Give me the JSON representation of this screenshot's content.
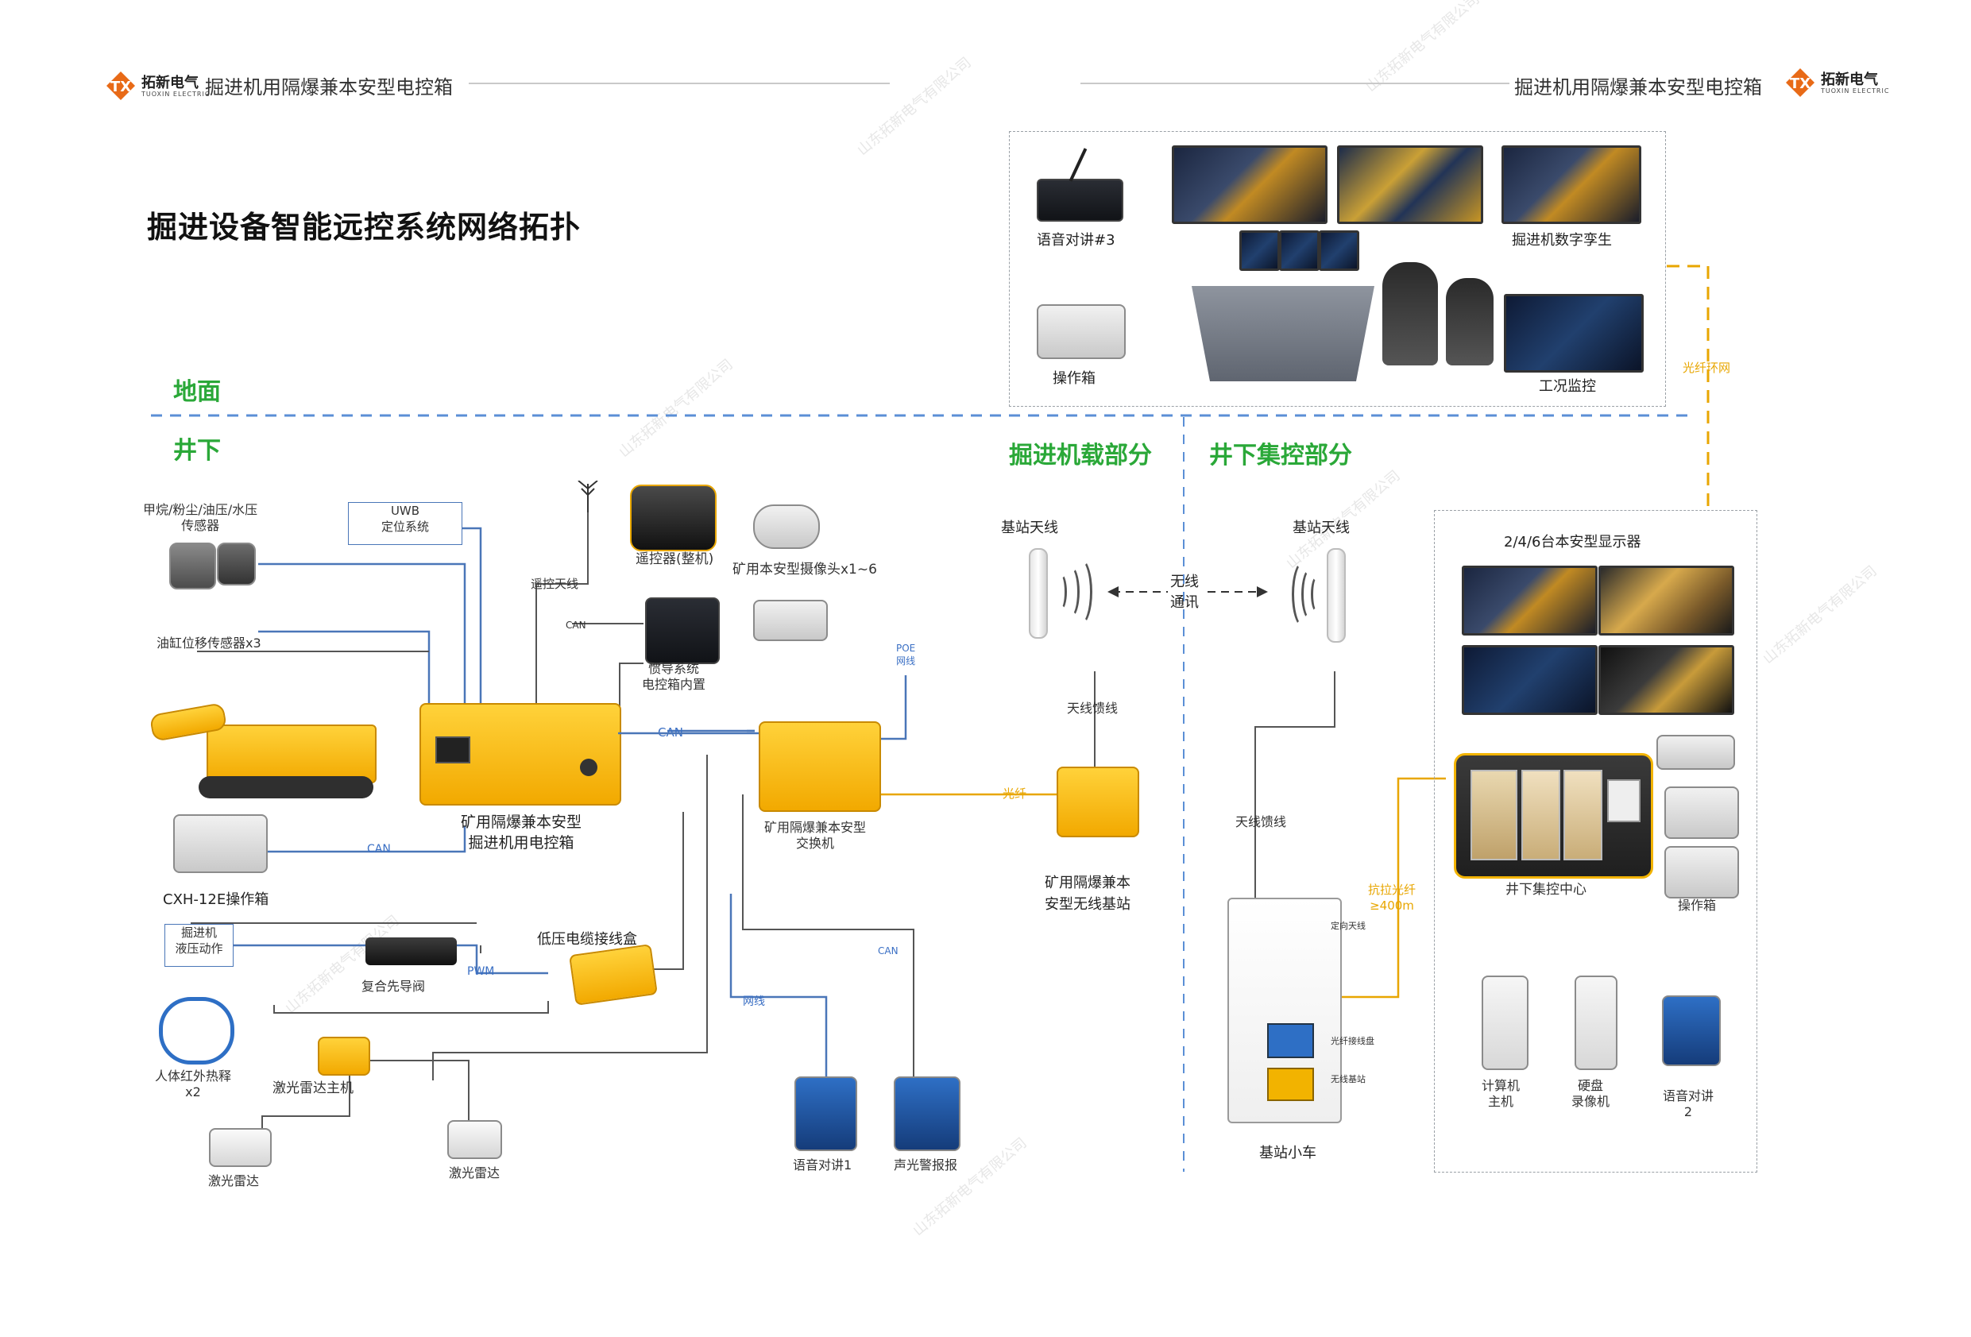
{
  "header": {
    "brand": "拓新电气",
    "brand_en": "TUOXIN ELECTRIC",
    "title": "掘进机用隔爆兼本安型电控箱"
  },
  "page_title": "掘进设备智能远控系统网络拓扑",
  "zones": {
    "ground": "地面",
    "underground": "井下",
    "machine_part": "掘进机载部分",
    "central_part": "井下集控部分"
  },
  "ground_room": {
    "intercom3": "语音对讲#3",
    "op_box": "操作箱",
    "twin": "掘进机数字孪生",
    "monitor": "工况监控"
  },
  "fiber_ring": "光纤环网",
  "machine": {
    "sensors": "甲烷/粉尘/油压/水压\n传感器",
    "uwb": "UWB\n定位系统",
    "remote_antenna": "遥控天线",
    "remote_ctrl": "遥控器(整机)",
    "camera": "矿用本安型摄像头x1~6",
    "can1": "CAN",
    "inertial": "惯导系统\n电控箱内置",
    "poe": "POE\n网线",
    "cylinder": "油缸位移传感器x3",
    "controller": "矿用隔爆兼本安型\n掘进机用电控箱",
    "can2": "CAN",
    "can3": "CAN",
    "switch": "矿用隔爆兼本安型\n交换机",
    "fiber": "光纤",
    "op_box": "CXH-12E操作箱",
    "hydraulic": "掘进机\n液压动作",
    "pwm": "PWM",
    "valve": "复合先导阀",
    "junction": "低压电缆接线盒",
    "pir": "人体红外热释\nx2",
    "lidar_host": "激光雷达主机",
    "lidar1": "激光雷达",
    "lidar2": "激光雷达",
    "net": "网线",
    "can4": "CAN",
    "intercom1": "语音对讲1",
    "alarm": "声光警报报"
  },
  "wireless": {
    "antenna_left": "基站天线",
    "antenna_right": "基站天线",
    "comm": "无线\n通讯",
    "feeder_left": "天线馈线",
    "feeder_right": "天线馈线",
    "base_station": "矿用隔爆兼本\n安型无线基站",
    "cart": "基站小车",
    "cart_labels": [
      "定向天线",
      "光纤接线盘",
      "无线基站"
    ]
  },
  "central": {
    "displays": "2/4/6台本安型显示器",
    "center": "井下集控中心",
    "op_box": "操作箱",
    "fiber": "抗拉光纤\n≥400m",
    "pc": "计算机\n主机",
    "nvr": "硬盘\n录像机",
    "intercom2": "语音对讲\n2"
  },
  "watermark": "山东拓新电气有限公司",
  "colors": {
    "green": "#2aa838",
    "blue_line": "#4a76b8",
    "orange_line": "#e8a600",
    "dash": "#5b8fd6"
  }
}
